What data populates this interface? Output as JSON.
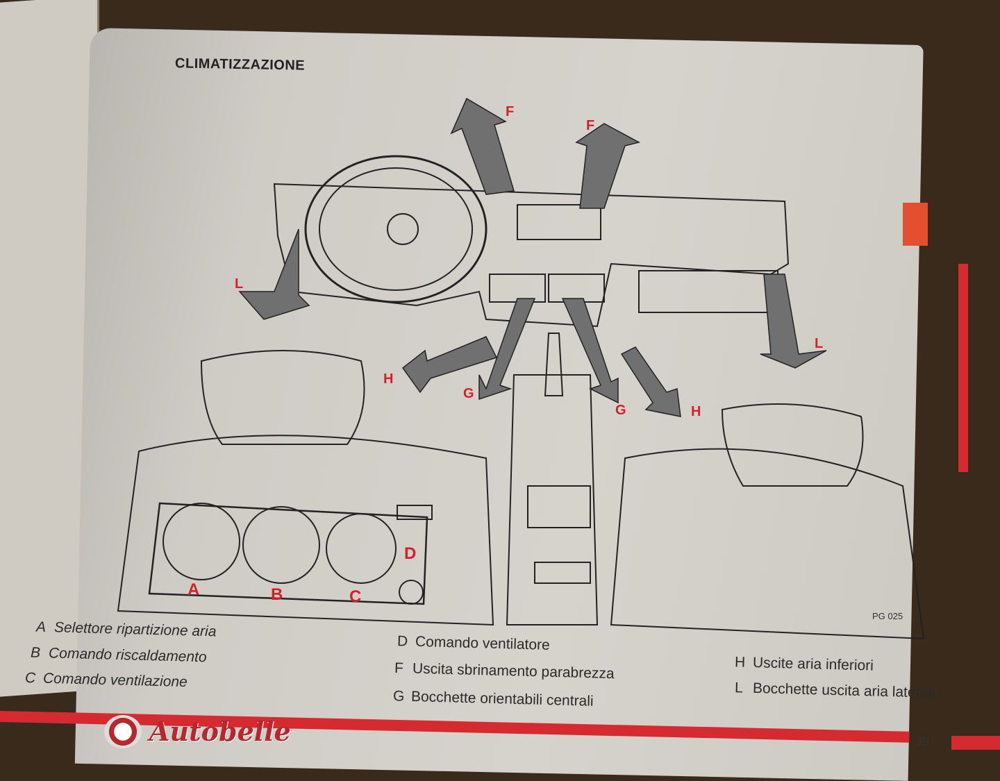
{
  "page": {
    "title": "CLIMATIZZAZIONE",
    "figure_code": "PG 025",
    "page_number": "39",
    "watermark": "Autobelle"
  },
  "figure": {
    "labels": {
      "A": "A",
      "B": "B",
      "C": "C",
      "D": "D",
      "F": "F",
      "G": "G",
      "H": "H",
      "L": "L"
    }
  },
  "legend": {
    "col1": [
      {
        "key": "A",
        "text": "Selettore ripartizione aria"
      },
      {
        "key": "B",
        "text": "Comando riscaldamento"
      },
      {
        "key": "C",
        "text": "Comando ventilazione"
      }
    ],
    "col2": [
      {
        "key": "D",
        "text": "Comando ventilatore"
      },
      {
        "key": "F",
        "text": "Uscita sbrinamento parabrezza"
      },
      {
        "key": "G",
        "text": "Bocchette orientabili centrali"
      }
    ],
    "col3": [
      {
        "key": "H",
        "text": "Uscite aria inferiori"
      },
      {
        "key": "L",
        "text": "Bocchette uscita aria laterali"
      }
    ]
  },
  "colors": {
    "accent_red": "#d5202a",
    "arrow_gray": "#6e6e6e",
    "page": "#d2cfc9"
  }
}
